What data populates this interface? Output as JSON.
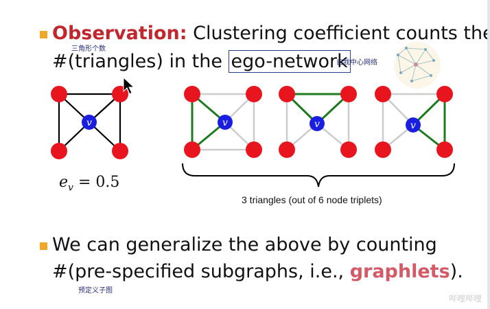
{
  "slide": {
    "bullet1": {
      "observation_label": "Observation:",
      "text_part1": "Clustering coefficient counts the",
      "text_part2_prefix": "#(triangles) in the",
      "ego_network": "ego-network"
    },
    "annotations": {
      "triangles_note": "三角形个数",
      "ego_note": "自我中心网络",
      "subgraph_note": "预定义子图"
    },
    "formula": {
      "var": "e",
      "sub": "v",
      "rest": " = 0.5"
    },
    "node_label": "v",
    "caption": "3 triangles (out of 6 node triplets)",
    "bullet2": {
      "line1": "We can generalize the above by counting",
      "line2_prefix": "#(pre-specified subgraphs, i.e., ",
      "graphlets": "graphlets",
      "line2_suffix": ")."
    },
    "watermark": "哔哩哔哩"
  },
  "colors": {
    "bullet": "#f0a826",
    "observation": "#c1272d",
    "graphlets": "#d45a67",
    "node_red": "#e8141e",
    "node_blue": "#1a1ee0",
    "triangle_green": "#1e7a1e",
    "edge_gray": "#cccccc",
    "edge_black": "#000000"
  }
}
